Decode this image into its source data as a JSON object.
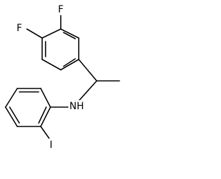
{
  "molecule": {
    "atoms": {
      "fluorine_top": "F",
      "fluorine_left": "F",
      "amine": "NH",
      "iodine": "I"
    },
    "colors": {
      "bond": "#000000",
      "label": "#000000",
      "background": "#ffffff"
    }
  }
}
